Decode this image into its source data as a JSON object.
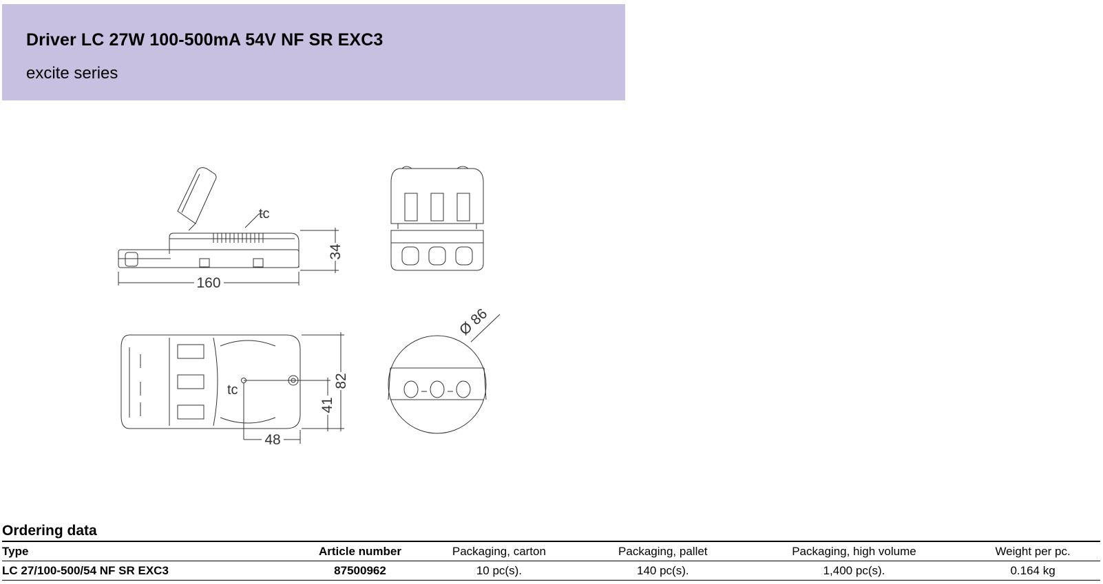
{
  "header": {
    "title": "Driver LC 27W 100-500mA 54V NF SR EXC3",
    "subtitle": "excite series"
  },
  "drawing": {
    "label_tc_side": "tc",
    "label_tc_top": "tc",
    "dim_length": "160",
    "dim_height": "34",
    "dim_width": "82",
    "dim_tc_y": "41",
    "dim_tc_x": "48",
    "dim_diameter": "Ø 86"
  },
  "ordering": {
    "title": "Ordering data",
    "columns": [
      "Type",
      "Article number",
      "Packaging, carton",
      "Packaging, pallet",
      "Packaging, high volume",
      "Weight per pc."
    ],
    "rows": [
      [
        "LC 27/100-500/54 NF SR EXC3",
        "87500962",
        "10 pc(s).",
        "140 pc(s).",
        "1,400 pc(s).",
        "0.164 kg"
      ]
    ]
  }
}
